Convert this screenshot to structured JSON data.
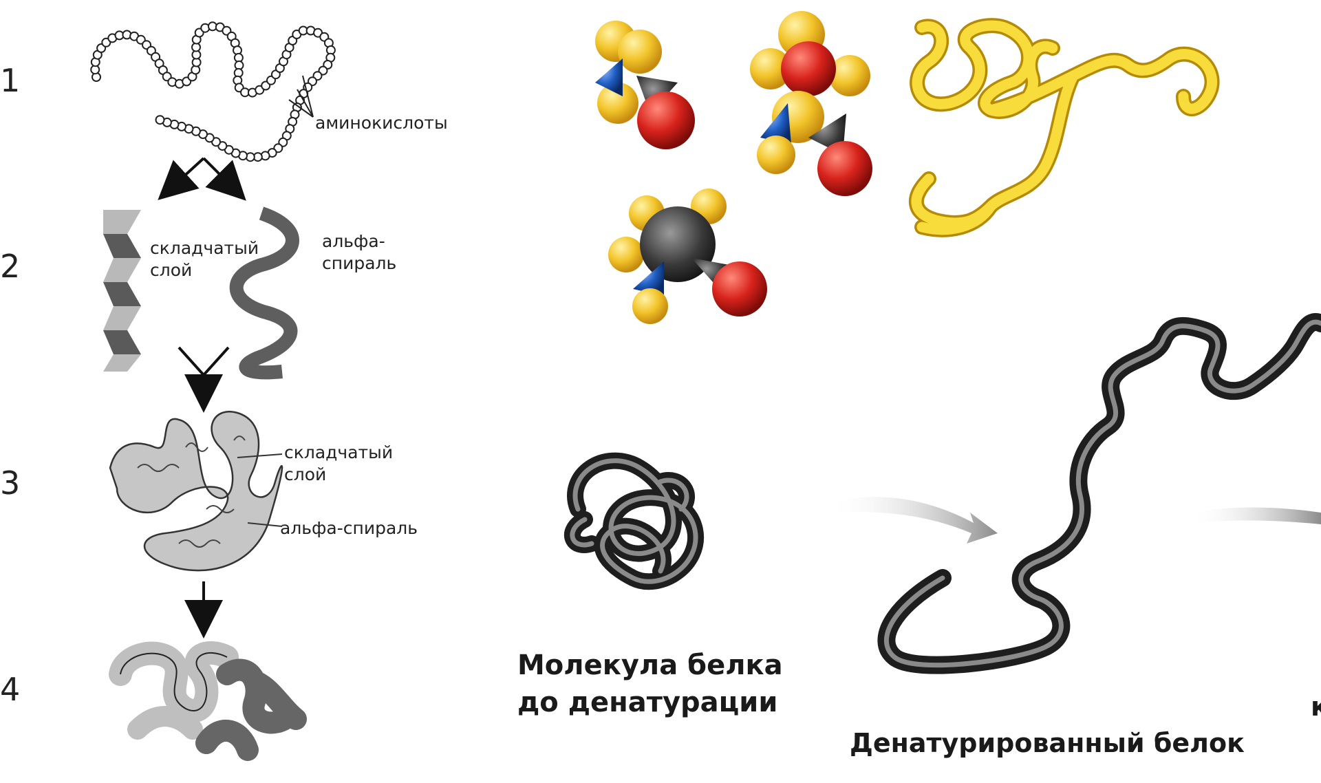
{
  "left_diagram": {
    "step_numbers": [
      "1",
      "2",
      "3",
      "4"
    ],
    "labels": {
      "amino_acids": "аминокислоты",
      "pleated_sheet_1": "складчатый\nслой",
      "alpha_helix_1": "альфа-\nспираль",
      "pleated_sheet_2": "складчатый\nслой",
      "alpha_helix_2": "альфа-спираль"
    }
  },
  "right_diagram": {
    "captions": {
      "before": "Молекула белка\nдо денатурации",
      "denatured": "Денатурированный белок",
      "cut_off": "к"
    }
  },
  "colors": {
    "sheet_dark": "#5a5a5a",
    "sheet_light": "#b9b9b9",
    "helix": "#5e5e5e",
    "coil_fill": "#c6c6c6",
    "yellow": "#f2c42a",
    "red": "#d8231c",
    "blue": "#1f5ec2",
    "rope": "#2e2e2e",
    "arrow_gray": "#9b9b9b"
  }
}
